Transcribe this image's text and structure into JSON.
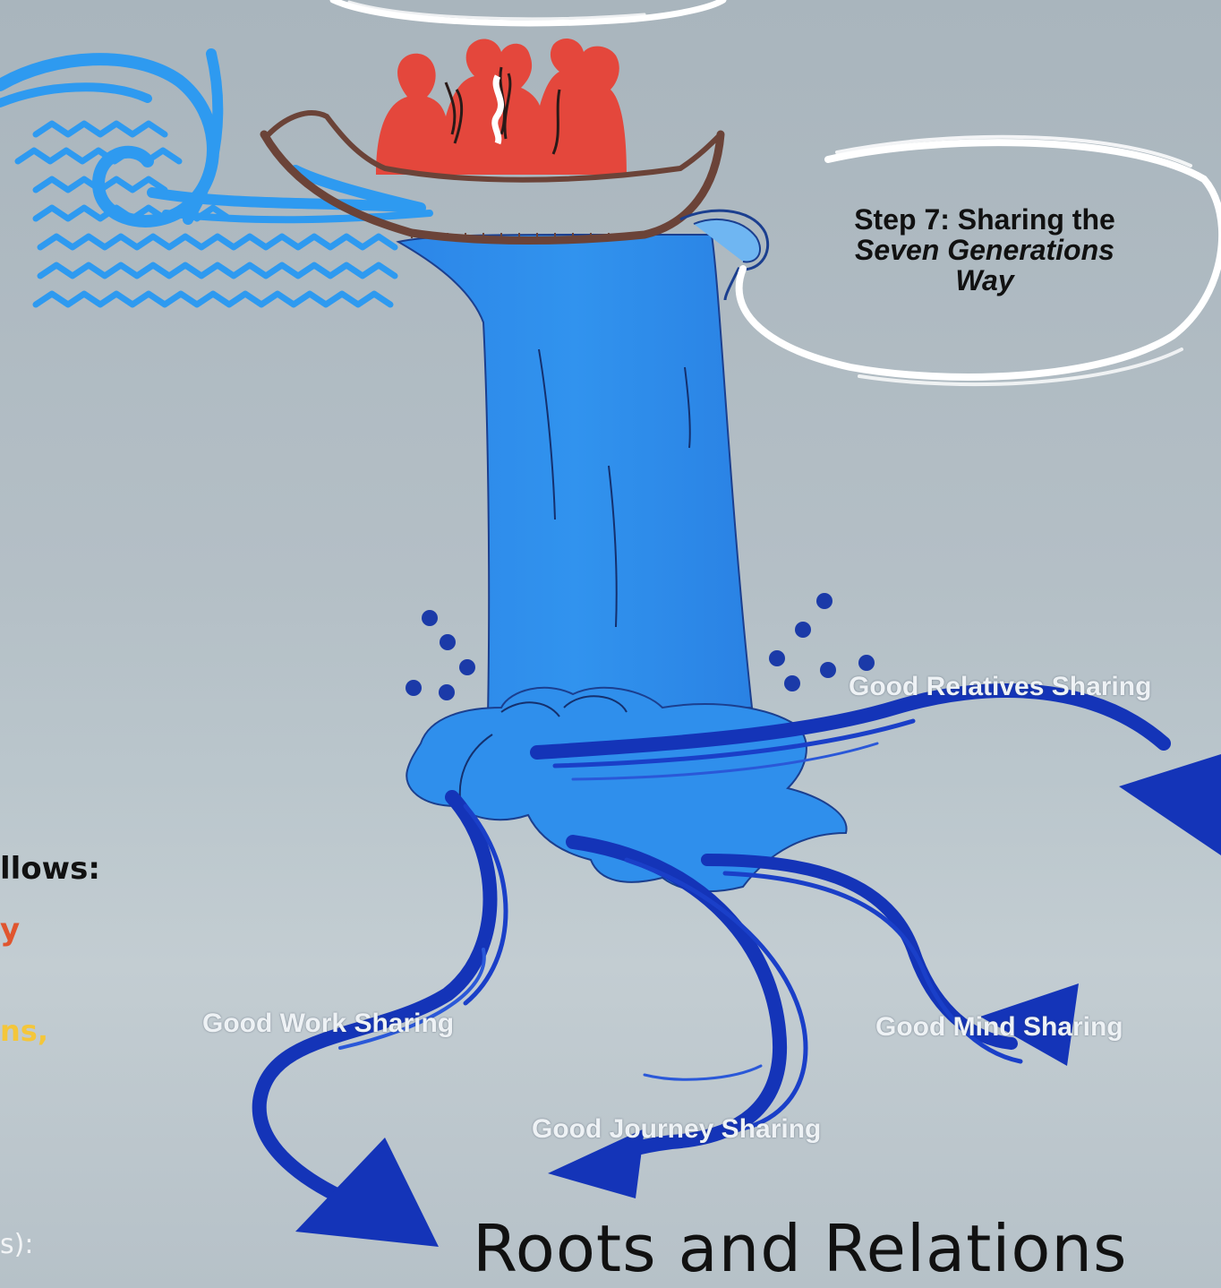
{
  "step": {
    "line1": "Step 7: Sharing the",
    "line2": "Seven Generations",
    "line3": "Way"
  },
  "flows": {
    "relatives": "Good Relatives Sharing",
    "work": "Good Work Sharing",
    "mind": "Good Mind Sharing",
    "journey": "Good Journey Sharing"
  },
  "left_fragments": {
    "follows": "llows:",
    "orange_fragment": "y",
    "yellow_fragment": "ns,",
    "bottom_fragment": "s):"
  },
  "footer": {
    "title": "Roots and Relations"
  },
  "colors": {
    "water_light": "#2f8fec",
    "water_dark": "#1f3fc0",
    "arrow_blue": "#1434b8",
    "people_red": "#e4473c",
    "canoe_brown": "#6b4338",
    "sky_blue_lines": "#2e9af0",
    "highlight_yellow": "#f4c63a",
    "highlight_orange": "#e0552e"
  },
  "icons": [
    "canoe-icon",
    "people-icon",
    "waves-icon",
    "waterfall-icon",
    "arrow-icon"
  ]
}
